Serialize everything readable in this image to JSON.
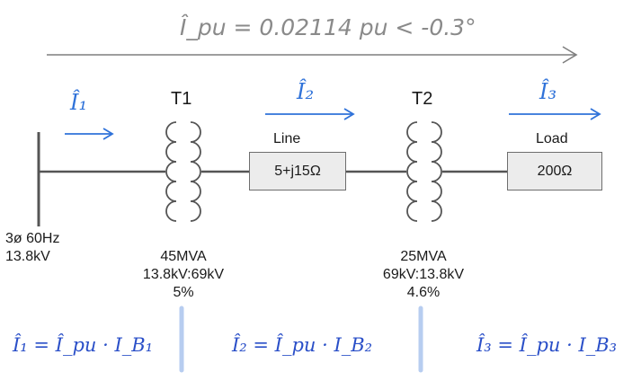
{
  "top_annotation": "Î_pu = 0.02114 pu < -0.3°",
  "currents": {
    "i1": "Î₁",
    "i2": "Î₂",
    "i3": "Î₃"
  },
  "source": {
    "line1": "3ø 60Hz",
    "line2": "13.8kV"
  },
  "t1": {
    "name": "T1",
    "rating": "45MVA",
    "voltage": "13.8kV:69kV",
    "impedance": "5%"
  },
  "t2": {
    "name": "T2",
    "rating": "25MVA",
    "voltage": "69kV:13.8kV",
    "impedance": "4.6%"
  },
  "line": {
    "label": "Line",
    "impedance": "5+j15Ω"
  },
  "load": {
    "label": "Load",
    "impedance": "200Ω"
  },
  "equations": {
    "eq1": "Î₁ = Î_pu · I_B₁",
    "eq2": "Î₂ = Î_pu · I_B₂",
    "eq3": "Î₃ = Î_pu · I_B₃"
  },
  "colors": {
    "arrow_blue": "#2f72d9",
    "divider_blue": "#b7cdf0",
    "ink_blue": "#2a4fc8",
    "pencil_gray": "#8a8a8a"
  }
}
